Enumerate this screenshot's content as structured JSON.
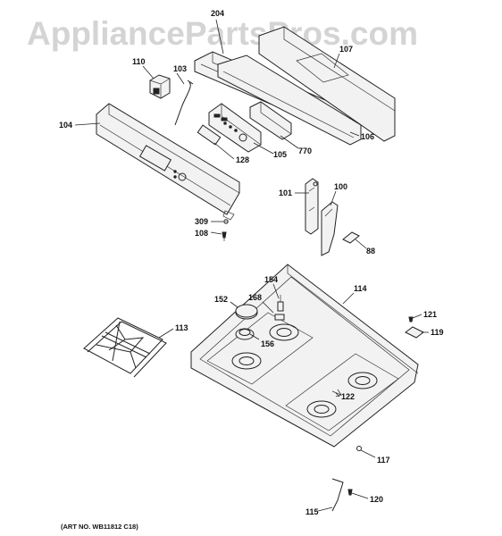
{
  "watermark": "AppliancePartsPros.com",
  "art_number": "(ART NO. WB11812 C18)",
  "callouts": {
    "p204": "204",
    "p107": "107",
    "p110": "110",
    "p103": "103",
    "p104": "104",
    "p106": "106",
    "p770": "770",
    "p128": "128",
    "p105": "105",
    "p101": "101",
    "p100": "100",
    "p309": "309",
    "p108": "108",
    "p88": "88",
    "p154": "154",
    "p114": "114",
    "p152": "152",
    "p168": "168",
    "p121": "121",
    "p113": "113",
    "p156": "156",
    "p119": "119",
    "p122": "122",
    "p117": "117",
    "p120": "120",
    "p115": "115"
  }
}
